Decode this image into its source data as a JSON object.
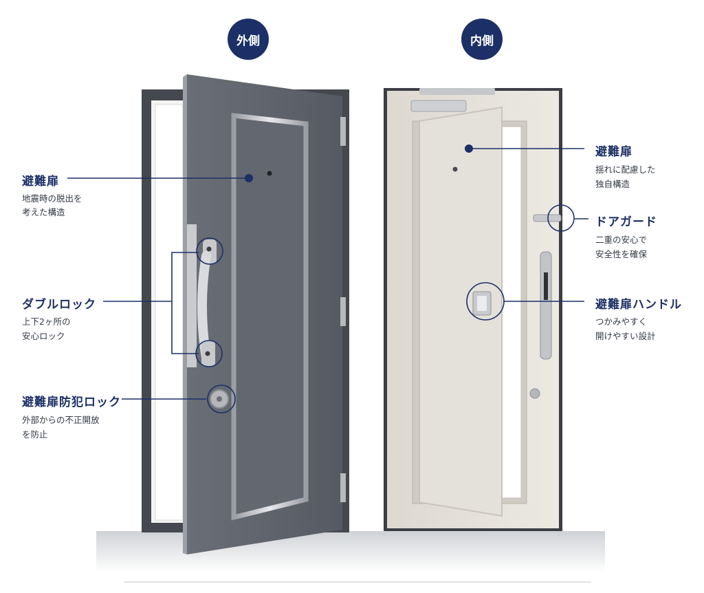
{
  "sides": {
    "outside": "外側",
    "inside": "内側"
  },
  "left_labels": [
    {
      "title": "避難扉",
      "desc_lines": [
        "地震時の脱出を",
        "考えた構造"
      ]
    },
    {
      "title": "ダブルロック",
      "desc_lines": [
        "上下2ヶ所の",
        "安心ロック"
      ]
    },
    {
      "title": "避難扉防犯ロック",
      "desc_lines": [
        "外部からの不正開放",
        "を防止"
      ]
    }
  ],
  "right_labels": [
    {
      "title": "避難扉",
      "desc_lines": [
        "揺れに配慮した",
        "独自構造"
      ]
    },
    {
      "title": "ドアガード",
      "desc_lines": [
        "二重の安心で",
        "安全性を確保"
      ]
    },
    {
      "title": "避難扉ハンドル",
      "desc_lines": [
        "つかみやすく",
        "開けやすい設計"
      ]
    }
  ],
  "colors": {
    "accent": "#1c2f66",
    "door_outer": "#5d6169",
    "door_inner": "#e6e3dc",
    "frame_dark": "#3b3d42"
  }
}
